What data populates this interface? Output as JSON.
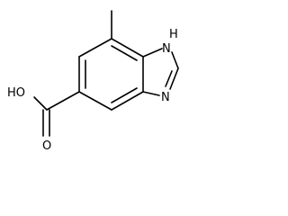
{
  "molecule": {
    "atoms": {
      "hydroxyl": "HO",
      "carbonyl_oxygen": "O",
      "imidazole_nh": "H",
      "imidazole_n_upper": "N",
      "imidazole_n_lower": "N"
    }
  }
}
